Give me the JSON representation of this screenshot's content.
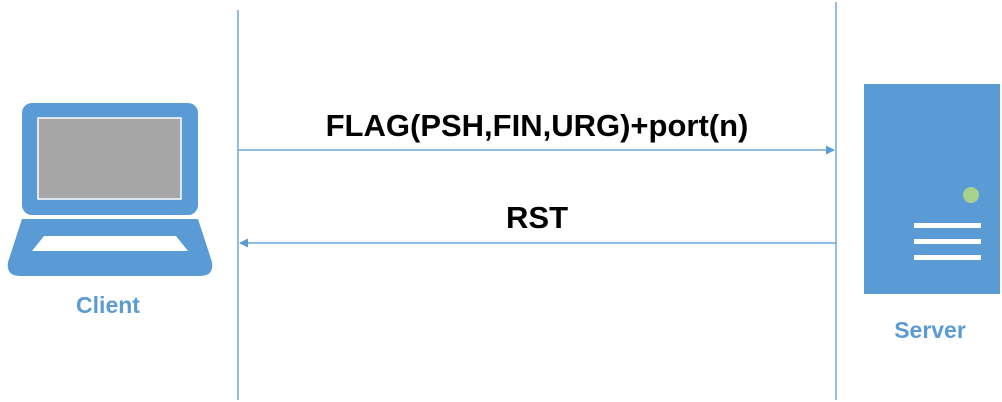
{
  "diagram": {
    "client_label": "Client",
    "server_label": "Server",
    "messages": [
      {
        "label": "FLAG(PSH,FIN,URG)+port(n)",
        "direction": "client-to-server"
      },
      {
        "label": "RST",
        "direction": "server-to-client"
      }
    ],
    "colors": {
      "accent": "#5b9bd5",
      "lifeline": "#6fa8dc",
      "screen": "#a6a6a6",
      "server_led": "#a9d18e",
      "text": "#000000",
      "background": "#ffffff"
    },
    "icons": {
      "client": "laptop-icon",
      "server": "server-tower-icon"
    }
  }
}
